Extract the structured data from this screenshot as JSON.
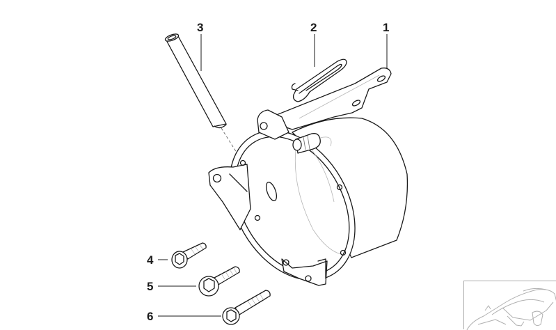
{
  "diagram": {
    "type": "exploded-parts-diagram",
    "subject": "vacuum pump / housing assembly with bracket",
    "colors": {
      "line": "#1a1a1a",
      "background": "#ffffff",
      "thumbnail_line": "#b0b0b0"
    }
  },
  "callouts": [
    {
      "number": "1",
      "part": "housing-with-bracket"
    },
    {
      "number": "2",
      "part": "gasket"
    },
    {
      "number": "3",
      "part": "tube"
    },
    {
      "number": "4",
      "part": "bolt-short"
    },
    {
      "number": "5",
      "part": "bolt-medium"
    },
    {
      "number": "6",
      "part": "bolt-long"
    }
  ],
  "thumbnail": {
    "subject": "vehicle-locator-car"
  }
}
